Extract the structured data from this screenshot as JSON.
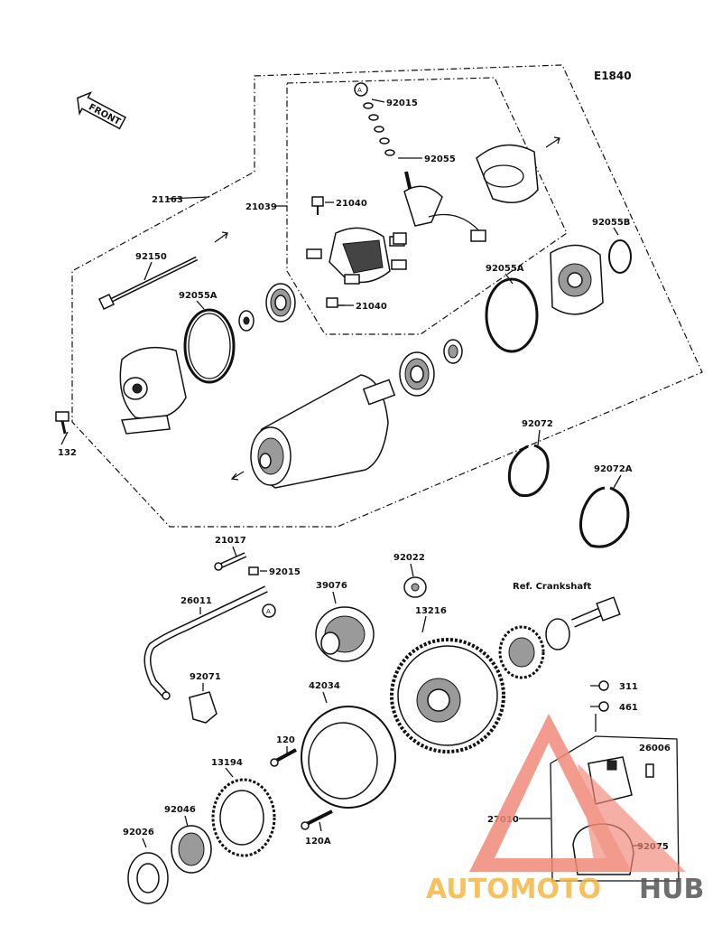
{
  "diagram_code": "E1840",
  "front_label": "FRONT",
  "ref_label": "Ref. Crankshaft",
  "callout_marker": "A",
  "parts": {
    "p21163": "21163",
    "p21039": "21039",
    "p92015a": "92015",
    "p92055": "92055",
    "p21040a": "21040",
    "p21040b": "21040",
    "p92055B": "92055B",
    "p92055Aa": "92055A",
    "p92055Ab": "92055A",
    "p92150": "92150",
    "p132": "132",
    "p92072": "92072",
    "p92072A": "92072A",
    "p21017": "21017",
    "p92015b": "92015",
    "p92022": "92022",
    "p26011": "26011",
    "p39076": "39076",
    "p13216": "13216",
    "p92071": "92071",
    "p42034": "42034",
    "p311": "311",
    "p461": "461",
    "p26006": "26006",
    "p120": "120",
    "p13194": "13194",
    "p27010": "27010",
    "p92046": "92046",
    "p92026": "92026",
    "p120A": "120A",
    "p92075": "92075"
  },
  "watermark": {
    "part1": "AUTOMOTO",
    "part2": "HUB",
    "color_primary": "#f08a7a",
    "color_secondary": "#f5b845",
    "color_hub": "#555555"
  }
}
